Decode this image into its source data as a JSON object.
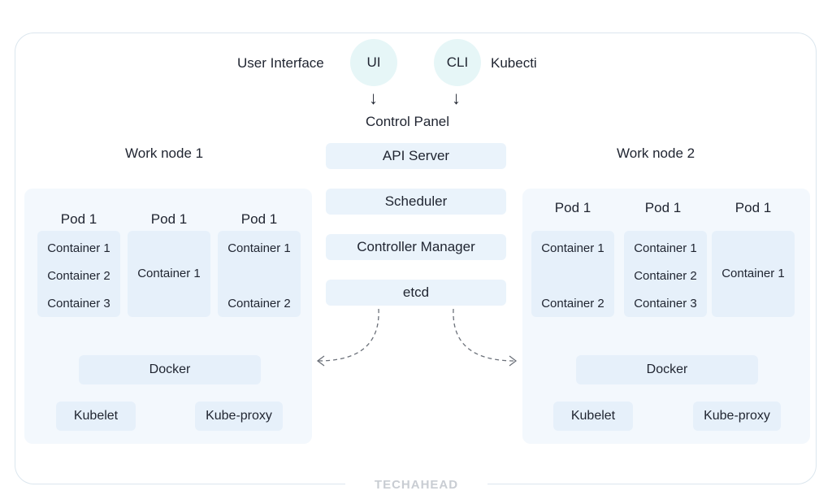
{
  "top": {
    "ui_caption": "User Interface",
    "ui_circle": "UI",
    "cli_circle": "CLI",
    "cli_caption": "Kubecti"
  },
  "control_panel": {
    "title": "Control Panel",
    "components": [
      "API Server",
      "Scheduler",
      "Controller Manager",
      "etcd"
    ]
  },
  "work_node_1": {
    "title": "Work node 1",
    "pods": [
      {
        "label": "Pod 1",
        "containers": [
          "Container 1",
          "Container 2",
          "Container 3"
        ]
      },
      {
        "label": "Pod 1",
        "containers": [
          "Container 1"
        ]
      },
      {
        "label": "Pod 1",
        "containers": [
          "Container 1",
          "Container 2"
        ]
      }
    ],
    "docker": "Docker",
    "kubelet": "Kubelet",
    "kube_proxy": "Kube-proxy"
  },
  "work_node_2": {
    "title": "Work node 2",
    "pods": [
      {
        "label": "Pod 1",
        "containers": [
          "Container 1",
          "Container 2"
        ]
      },
      {
        "label": "Pod 1",
        "containers": [
          "Container 1",
          "Container 2",
          "Container 3"
        ]
      },
      {
        "label": "Pod 1",
        "containers": [
          "Container 1"
        ]
      }
    ],
    "docker": "Docker",
    "kubelet": "Kubelet",
    "kube_proxy": "Kube-proxy"
  },
  "brand": "TECHAHEAD",
  "colors": {
    "circle_fill": "#e6f6f7",
    "panel_fill": "#eaf3fb",
    "node_fill": "#f3f8fd",
    "box_fill": "#e6f0fa",
    "frame_border": "#dbe6ee",
    "text": "#1f2430"
  }
}
